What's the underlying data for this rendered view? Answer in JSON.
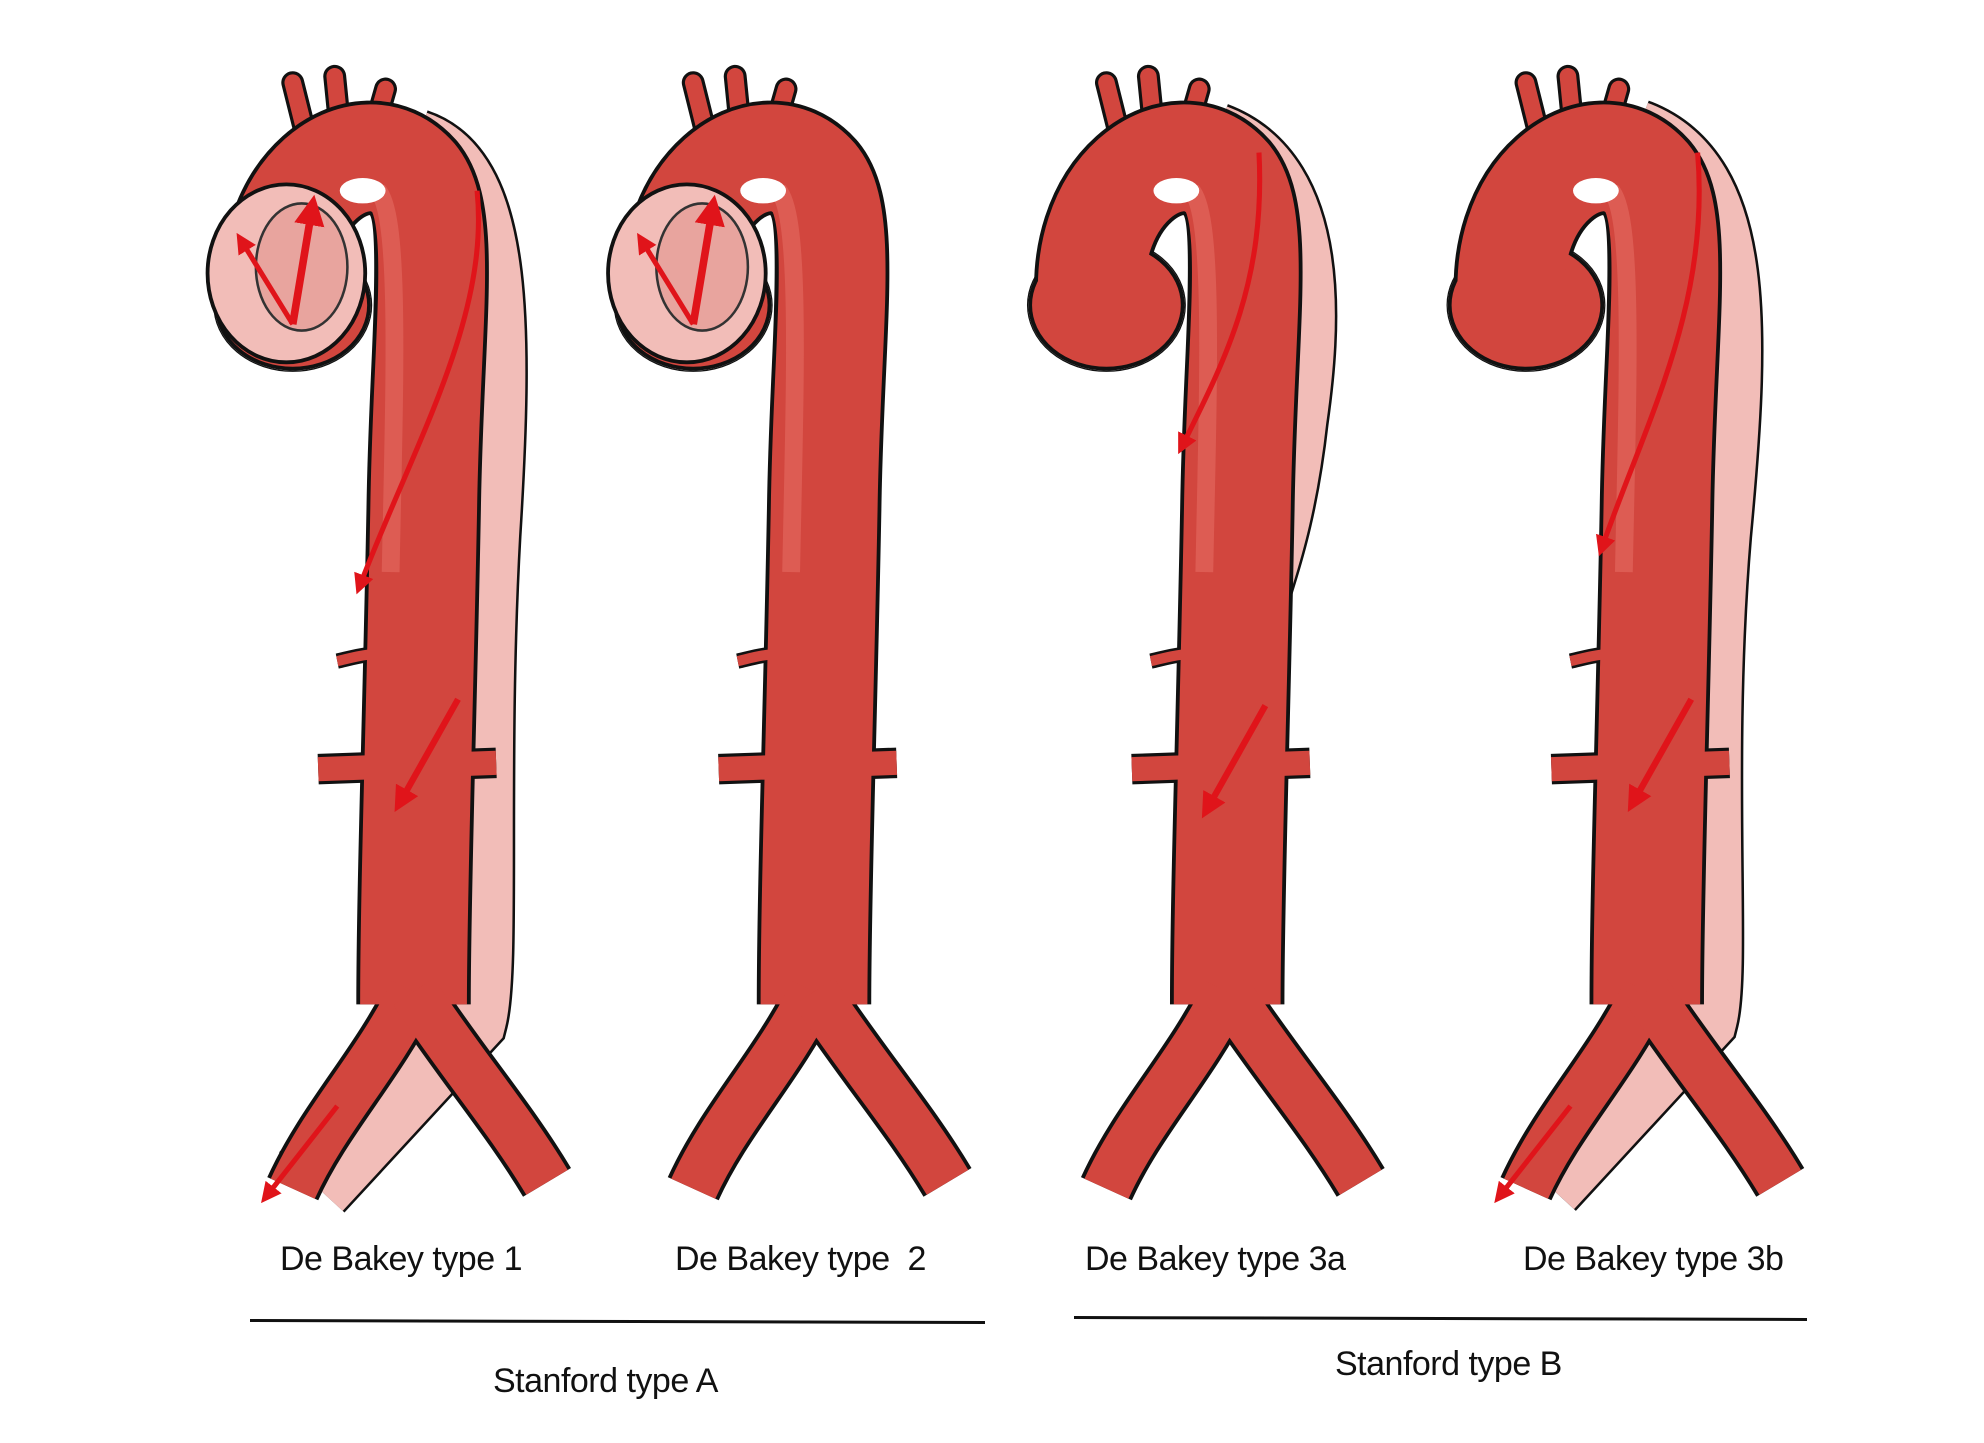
{
  "types": [
    {
      "label": "De Bakey type 1"
    },
    {
      "label": "De Bakey type  2"
    },
    {
      "label": "De Bakey type 3a"
    },
    {
      "label": "De Bakey type 3b"
    }
  ],
  "groups": [
    {
      "label": "Stanford type A"
    },
    {
      "label": "Stanford type B"
    }
  ],
  "colors": {
    "vessel": "#d2463e",
    "false_lumen": "#f2bdb8",
    "arrow": "#e0141a"
  }
}
